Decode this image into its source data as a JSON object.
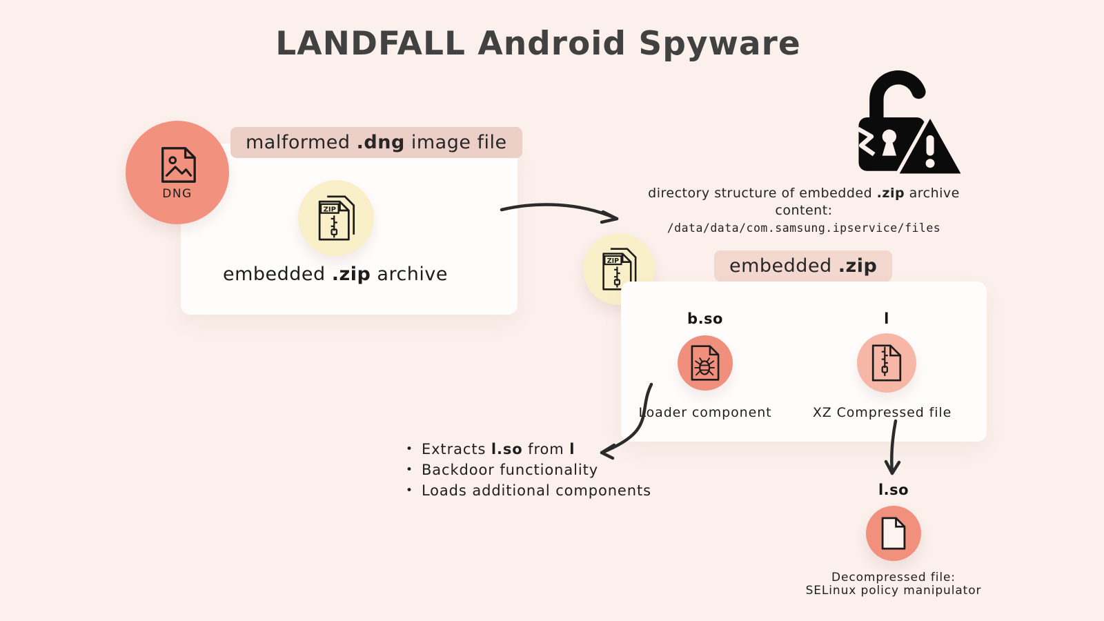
{
  "title": "LANDFALL Android Spyware",
  "colors": {
    "background": "#fbf0ec",
    "salmon": "#f0907d",
    "salmon_light": "#f6b7a7",
    "cream_yellow": "#f9efc8",
    "pill_bg": "#ecd0c8",
    "card_bg": "#fffdfc",
    "ink": "#1c1c1c",
    "title_gray": "#414141"
  },
  "dng": {
    "badge": "DNG"
  },
  "malformed_label": {
    "pre": "malformed ",
    "bold": ".dng",
    "post": " image file"
  },
  "embedded_archive_caption": {
    "pre": "embedded ",
    "bold": ".zip",
    "post": " archive"
  },
  "zip_badge": "ZIP",
  "directory_note": {
    "pre": "directory structure of embedded ",
    "bold": ".zip",
    "post": " archive content:",
    "path": "/data/data/com.samsung.ipservice/files"
  },
  "embedded_zip_label": {
    "pre": "embedded ",
    "bold": ".zip"
  },
  "loader": {
    "filename": "b.so",
    "caption": "Loader component"
  },
  "xz_file": {
    "filename": "l",
    "caption": "XZ Compressed file"
  },
  "bullets": {
    "marker": "•",
    "item1": {
      "pre": "Extracts ",
      "bold1": "l.so",
      "mid": " from ",
      "bold2": "l"
    },
    "item2": "Backdoor functionality",
    "item3": "Loads additional components"
  },
  "decompressed": {
    "filename": "l.so",
    "caption1": "Decompressed file:",
    "caption2": "SELinux policy manipulator"
  }
}
